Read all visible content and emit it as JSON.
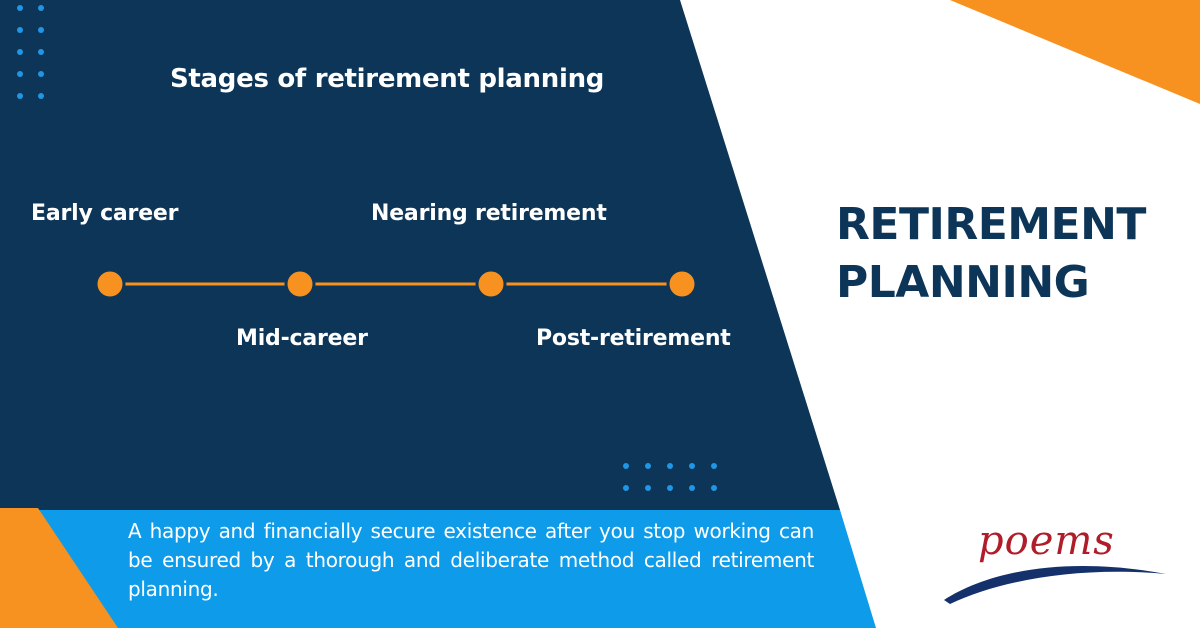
{
  "heading": "Stages of retirement planning",
  "stages": [
    {
      "label": "Early career"
    },
    {
      "label": "Mid-career"
    },
    {
      "label": "Nearing retirement"
    },
    {
      "label": "Post-retirement"
    }
  ],
  "title": {
    "line1": "RETIREMENT",
    "line2": "PLANNING"
  },
  "description": "A happy and financially secure existence after you stop working can be ensured by a thorough and deliberate method called retirement planning.",
  "logo": {
    "text": "poems"
  },
  "colors": {
    "navy": "#0c3558",
    "orange": "#f7911f",
    "light_blue": "#0e9be9",
    "dot_blue": "#2196e6",
    "logo_red": "#b01d2a",
    "logo_navy": "#14316b"
  },
  "icons": [
    "dot-grid-icon",
    "timeline-node-icon"
  ]
}
